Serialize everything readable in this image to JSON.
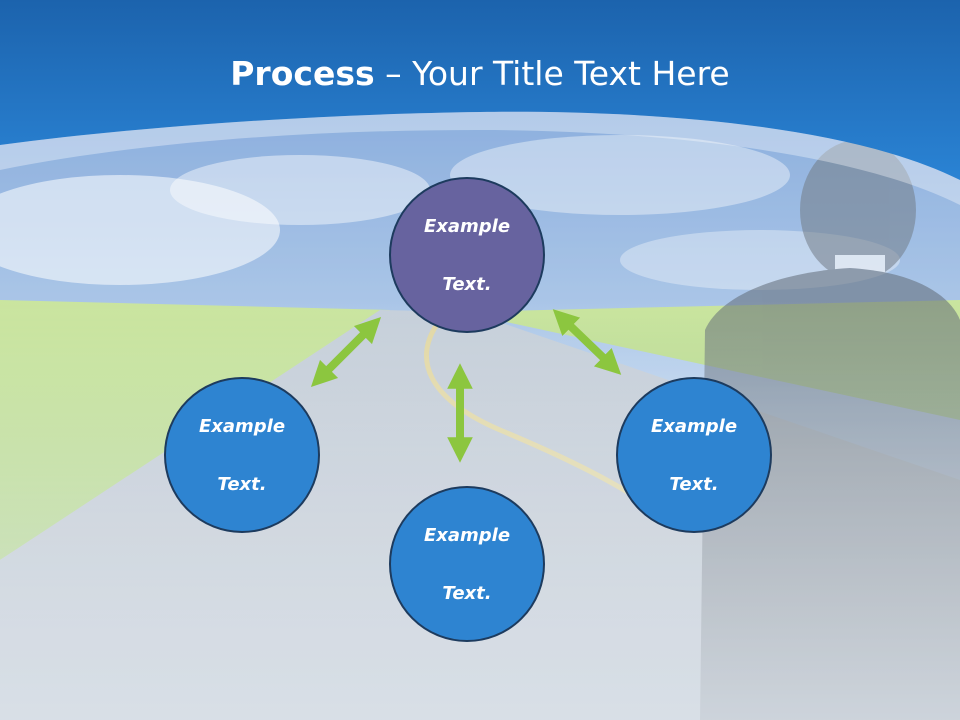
{
  "title": {
    "bold": "Process",
    "rest": " – Your Title Text Here"
  },
  "nodes": {
    "top": {
      "line1": "Example",
      "line2": "Text."
    },
    "left": {
      "line1": "Example",
      "line2": "Text."
    },
    "right": {
      "line1": "Example",
      "line2": "Text."
    },
    "bottom": {
      "line1": "Example",
      "line2": "Text."
    }
  },
  "colors": {
    "header_blue": "#1f6fbf",
    "center_node": "#67639f",
    "outer_node": "#2e84d1",
    "arrow_green": "#8cc63f"
  }
}
